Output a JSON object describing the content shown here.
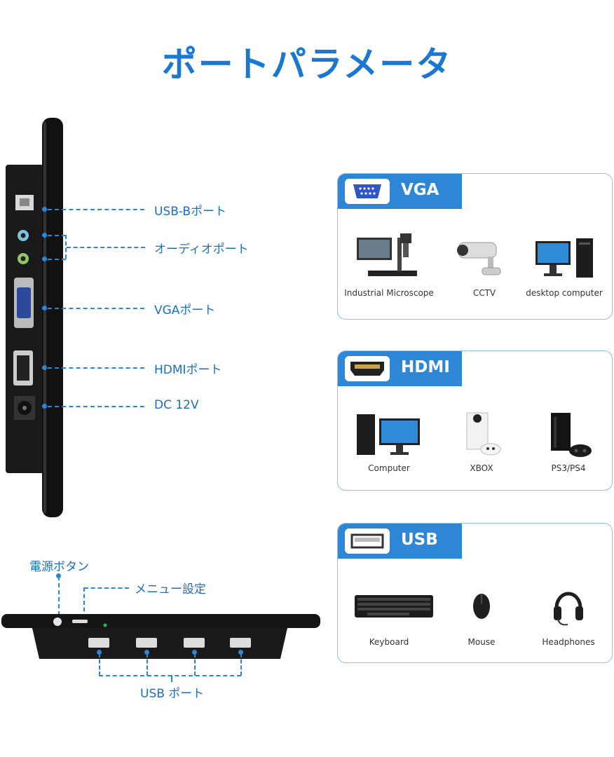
{
  "title": "ポートパラメータ",
  "side_ports": [
    {
      "label": "USB-Bポート"
    },
    {
      "label": "オーディオポート"
    },
    {
      "label": "VGAポート"
    },
    {
      "label": "HDMIポート"
    },
    {
      "label": "DC 12V"
    }
  ],
  "bottom_labels": {
    "power": "電源ボタン",
    "menu": "メニュー設定",
    "usb": "USB ポート"
  },
  "cards": [
    {
      "name": "VGA",
      "icon": "vga-connector-icon",
      "items": [
        {
          "label": "Industrial Microscope",
          "icon": "microscope-icon"
        },
        {
          "label": "CCTV",
          "icon": "cctv-camera-icon"
        },
        {
          "label": "desktop computer",
          "icon": "desktop-computer-icon"
        }
      ]
    },
    {
      "name": "HDMI",
      "icon": "hdmi-connector-icon",
      "items": [
        {
          "label": "Computer",
          "icon": "computer-icon"
        },
        {
          "label": "XBOX",
          "icon": "xbox-console-icon"
        },
        {
          "label": "PS3/PS4",
          "icon": "playstation-console-icon"
        }
      ]
    },
    {
      "name": "USB",
      "icon": "usb-connector-icon",
      "items": [
        {
          "label": "Keyboard",
          "icon": "keyboard-icon"
        },
        {
          "label": "Mouse",
          "icon": "mouse-icon"
        },
        {
          "label": "Headphones",
          "icon": "headphones-icon"
        }
      ]
    }
  ],
  "colors": {
    "accent": "#2e87d6",
    "title": "#1878d2",
    "label": "#1c6fbf",
    "card_border": "#8cc0ea"
  }
}
